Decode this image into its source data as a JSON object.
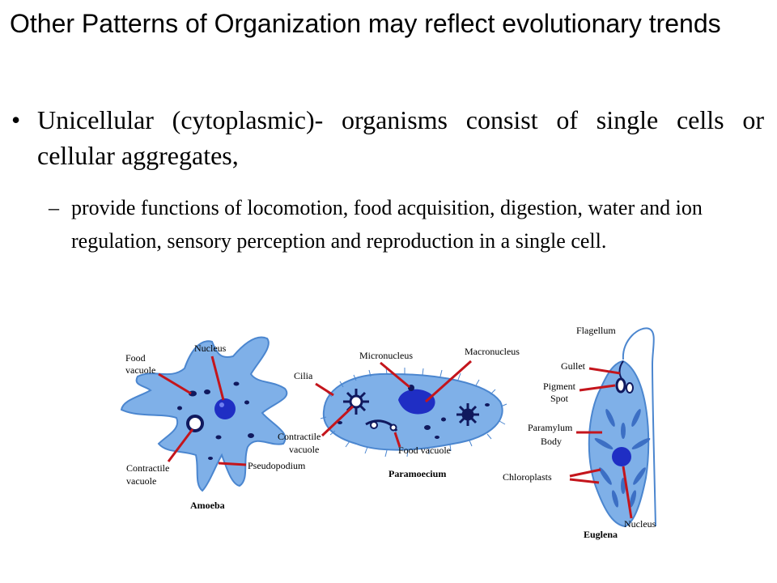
{
  "slide": {
    "title": "Other Patterns of Organization may reflect evolutionary trends",
    "bullet_marker": "•",
    "bullet_text": "Unicellular (cytoplasmic)- organisms consist of single cells or cellular aggregates,",
    "sub_marker": "–",
    "sub_text": "provide functions of locomotion, food acquisition, digestion, water and ion regulation, sensory perception and reproduction in a single cell."
  },
  "figure": {
    "amoeba": {
      "name": "Amoeba",
      "food_vacuole_1": "Food",
      "food_vacuole_2": "vacuole",
      "nucleus": "Nucleus",
      "contractile_1": "Contractile",
      "contractile_2": "vacuole",
      "pseudopodium": "Pseudopodium"
    },
    "paramecium": {
      "name": "Paramoecium",
      "cilia": "Cilia",
      "micronucleus": "Micronucleus",
      "macronucleus": "Macronucleus",
      "contractile_1": "Contractile",
      "contractile_2": "vacuole",
      "food_vacuole": "Food vacuole"
    },
    "euglena": {
      "name": "Euglena",
      "flagellum": "Flagellum",
      "gullet": "Gullet",
      "pigment_1": "Pigment",
      "pigment_2": "Spot",
      "paramylum_1": "Paramylum",
      "paramylum_2": "Body",
      "chloroplasts": "Chloroplasts",
      "nucleus": "Nucleus"
    },
    "colors": {
      "cell_fill": "#7fb0e8",
      "cell_outline": "#4b86cf",
      "nucleus": "#1f2ec4",
      "dark": "#10195e",
      "pointer": "#c4151c"
    }
  }
}
